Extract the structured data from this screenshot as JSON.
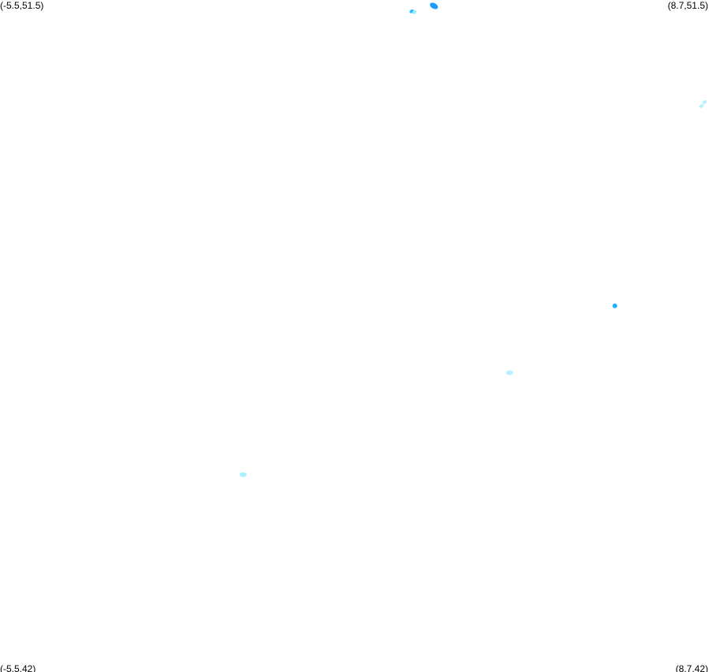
{
  "map": {
    "corners": {
      "top_left": "(-5.5,51.5)",
      "top_right": "(8.7,51.5)",
      "bottom_left": "(-5.5,42)",
      "bottom_right": "(8.7,42)"
    },
    "bounds": {
      "lon_min": -5.5,
      "lon_max": 8.7,
      "lat_min": 42,
      "lat_max": 51.5
    },
    "colors": {
      "background": "#ffffff",
      "label": "#000000"
    },
    "features": [
      {
        "name": "blob",
        "lon": 3.191,
        "lat": 51.416,
        "color": "#1e9bff",
        "shape": "tilted"
      },
      {
        "name": "blob",
        "lon": 2.747,
        "lat": 51.339,
        "color": "#2ab8ff",
        "shape": "small"
      },
      {
        "name": "blob",
        "lon": 2.8,
        "lat": 51.327,
        "color": "#9eeeff",
        "shape": "small"
      },
      {
        "name": "blob",
        "lon": 8.612,
        "lat": 50.057,
        "color": "#b3f2ff",
        "shape": "small"
      },
      {
        "name": "blob",
        "lon": 8.549,
        "lat": 50.001,
        "color": "#b3f2ff",
        "shape": "small"
      },
      {
        "name": "blob",
        "lon": 6.814,
        "lat": 47.176,
        "color": "#1eb2ff",
        "shape": "dot"
      },
      {
        "name": "blob",
        "lon": 4.705,
        "lat": 46.231,
        "color": "#b3f2ff",
        "shape": "oval"
      },
      {
        "name": "blob",
        "lon": -0.631,
        "lat": 44.789,
        "color": "#aaeeff",
        "shape": "oval"
      }
    ]
  }
}
